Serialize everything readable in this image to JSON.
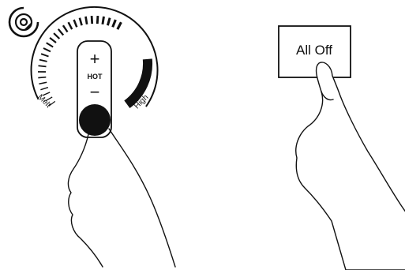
{
  "dial": {
    "min_label": "Melt",
    "max_label": "High",
    "display_label": "HOT",
    "plus_symbol": "+",
    "minus_symbol": "−",
    "level_fraction": 0.83
  },
  "all_off": {
    "label": "All Off"
  },
  "icons": {
    "corner": "sensor-target-icon",
    "hands": "pointing-hand-icon"
  },
  "colors": {
    "ink": "#111111",
    "background": "#ffffff"
  }
}
